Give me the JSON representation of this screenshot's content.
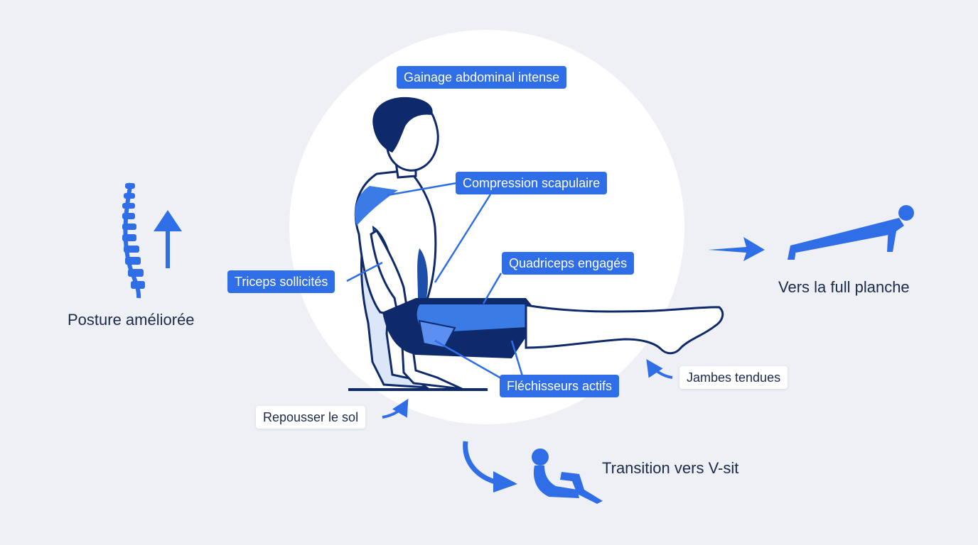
{
  "labels": {
    "core": "Gainage abdominal intense",
    "scapula": "Compression scapulaire",
    "quads": "Quadriceps engagés",
    "triceps": "Triceps sollicités",
    "flexors": "Fléchisseurs actifs",
    "legs": "Jambes tendues",
    "push": "Repousser le sol"
  },
  "captions": {
    "posture": "Posture améliorée",
    "planche": "Vers la full planche",
    "vsit": "Transition vers V-sit"
  },
  "colors": {
    "accent": "#2f6ee6",
    "navy": "#0e2a6b",
    "background": "#eef0f5"
  },
  "icons": [
    "spine-icon",
    "up-arrow-icon",
    "right-arrow-icon",
    "planche-figure-icon",
    "curved-arrow-icon",
    "vsit-figure-icon"
  ]
}
